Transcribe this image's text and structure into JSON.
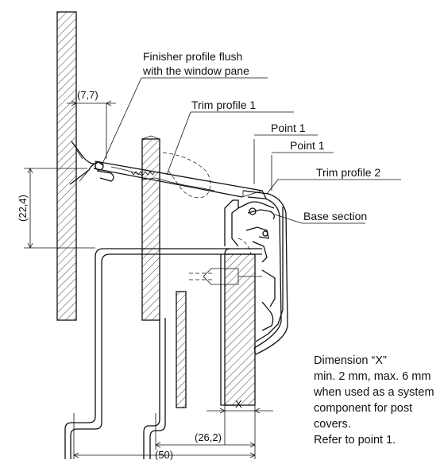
{
  "labels": {
    "finisher_line1": "Finisher profile flush",
    "finisher_line2": "with the window pane",
    "trim_profile_1": "Trim profile 1",
    "point_1_a": "Point 1",
    "point_1_b": "Point 1",
    "trim_profile_2": "Trim profile 2",
    "base_section": "Base section"
  },
  "dimensions": {
    "top_offset": "(7,7)",
    "height": "(22,4)",
    "x": "X",
    "inner_width": "(26,2)",
    "total_width": "(50)"
  },
  "note": {
    "line1": "Dimension “X”",
    "line2": "min. 2 mm, max. 6 mm",
    "line3": "when used as a system",
    "line4": "component for post",
    "line5": "covers.",
    "line6": "Refer to point 1."
  }
}
